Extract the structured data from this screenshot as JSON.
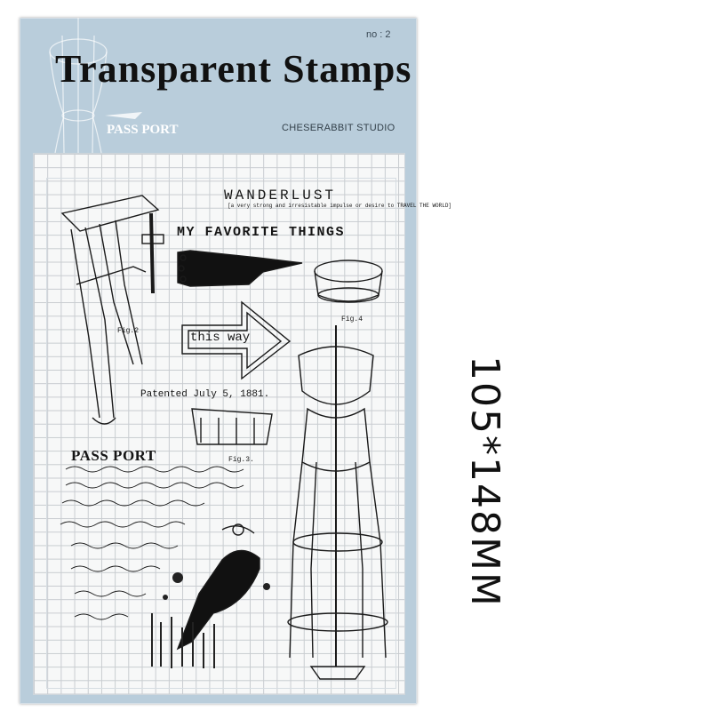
{
  "product": {
    "number_label": "no : 2",
    "title": "Transparent Stamps",
    "header_passport": "PASS PORT",
    "studio": "CHESERABBIT STUDIO"
  },
  "stamps": {
    "wanderlust": "WANDERLUST",
    "wanderlust_sub": "[a very strong and irresistable impulse or desire to TRAVEL THE WORLD]",
    "favorite_things": "MY FAVORITE THINGS",
    "this_way": "this way",
    "patented": "Patented July 5, 1881.",
    "fig2": "Fig.2",
    "fig3": "Fig.3.",
    "fig4": "Fig.4",
    "passport": "PASS PORT"
  },
  "size_label": "105*148MM",
  "colors": {
    "card": "#b9cddb",
    "ink": "#151515",
    "grid": "#c8ccd0"
  }
}
